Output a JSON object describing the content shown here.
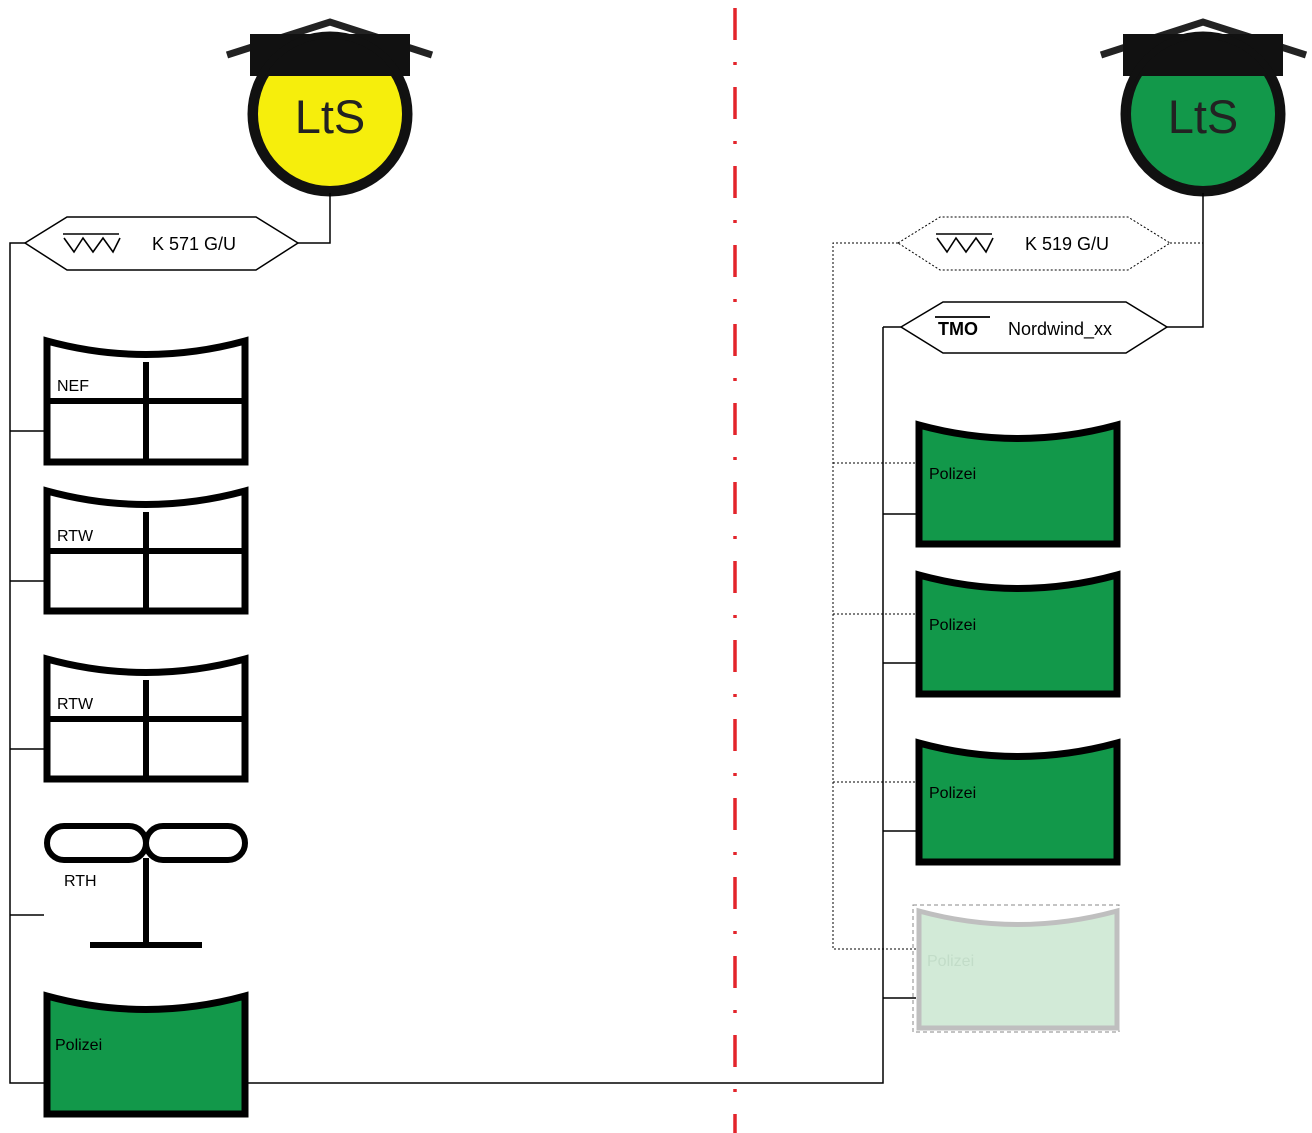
{
  "colors": {
    "divider": "#e3242b",
    "green": "#12984a",
    "yellow": "#f6ee0c",
    "ghost_fill": "#d2ead7",
    "ghost_stroke": "#bfbfbf"
  },
  "left": {
    "station": {
      "label": "LtS",
      "status_color": "yellow"
    },
    "channel": {
      "icon": "analog-radio-icon",
      "label": "K 571 G/U"
    },
    "units": [
      {
        "type": "ambulance",
        "label": "NEF"
      },
      {
        "type": "ambulance",
        "label": "RTW"
      },
      {
        "type": "ambulance",
        "label": "RTW"
      },
      {
        "type": "helicopter",
        "label": "RTH"
      },
      {
        "type": "police",
        "label": "Polizei"
      }
    ]
  },
  "right": {
    "station": {
      "label": "LtS",
      "status_color": "green"
    },
    "channel": {
      "icon": "analog-radio-icon",
      "label": "K 519 G/U"
    },
    "tmo_channel": {
      "icon_label": "TMO",
      "label": "Nordwind_xx"
    },
    "units": [
      {
        "type": "police",
        "label": "Polizei"
      },
      {
        "type": "police",
        "label": "Polizei"
      },
      {
        "type": "police",
        "label": "Polizei"
      },
      {
        "type": "police-ghost",
        "label": "Polizei"
      }
    ]
  }
}
